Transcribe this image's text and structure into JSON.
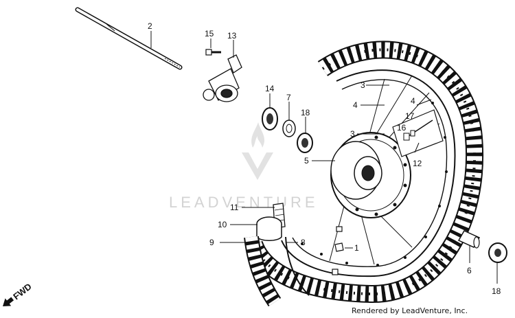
{
  "watermark": {
    "brand": "LEADVENTURE"
  },
  "direction_marker": {
    "label": "FWD"
  },
  "credit": "Rendered by LeadVenture, Inc.",
  "callouts": {
    "c2": "2",
    "c15": "15",
    "c13": "13",
    "c14": "14",
    "c7": "7",
    "c18a": "18",
    "c3a": "3",
    "c4a": "4",
    "c4b": "4",
    "c17": "17",
    "c16": "16",
    "c3b": "3",
    "c12": "12",
    "c5": "5",
    "c11": "11",
    "c10": "10",
    "c9": "9",
    "c8": "8",
    "c1": "1",
    "c6": "6",
    "c18b": "18"
  }
}
